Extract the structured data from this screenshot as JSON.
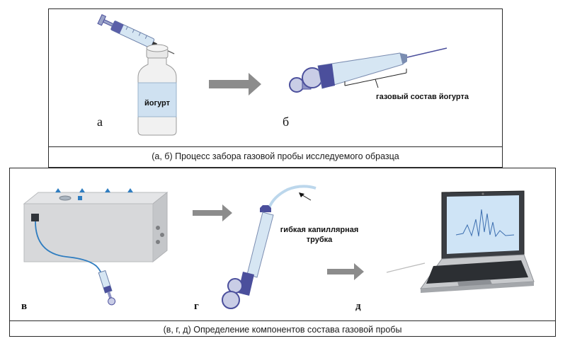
{
  "top": {
    "caption": "(а, б) Процесс забора газовой пробы исследуемого образца",
    "label_a": "а",
    "label_b": "б",
    "bottle_label": "йогурт",
    "syringe_annotation": "газовый состав йогурта"
  },
  "bottom": {
    "caption": "(в, г, д) Определение компонентов состава газовой пробы",
    "label_v": "в",
    "label_g": "г",
    "label_d": "д",
    "tube_annotation_line1": "гибкая капиллярная",
    "tube_annotation_line2": "трубка"
  },
  "colors": {
    "syringe_purple": "#4b4f9c",
    "syringe_barrel": "#d6e6f3",
    "arrow_gray": "#8c8c8c",
    "device_gray": "#d2d4d6",
    "tube_blue": "#2f7dc0",
    "screen_blue": "#cfe4f6"
  }
}
